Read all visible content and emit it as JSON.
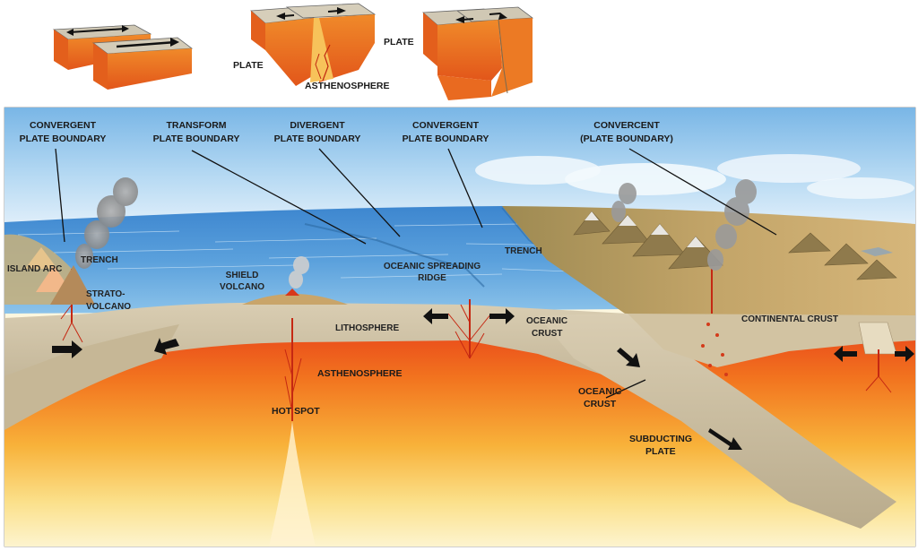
{
  "inset_diagrams": {
    "transform": {},
    "divergent": {
      "plate_left": "PLATE",
      "plate_right": "PLATE",
      "asthenosphere": "ASTHENOSPHERE"
    },
    "convergent": {}
  },
  "callouts": {
    "convergent_left": [
      "CONVERGENT",
      "PLATE BOUNDARY"
    ],
    "transform": [
      "TRANSFORM",
      "PLATE BOUNDARY"
    ],
    "divergent": [
      "DIVERGENT",
      "PLATE BOUNDARY"
    ],
    "convergent_mid": [
      "CONVERGENT",
      "PLATE BOUNDARY"
    ],
    "convergent_right": [
      "CONVERCENT",
      "(PLATE BOUNDARY)"
    ]
  },
  "features": {
    "island_arc": "ISLAND ARC",
    "trench_left": "TRENCH",
    "stratovolcano": [
      "STRATO-",
      "VOLCANO"
    ],
    "shield_volcano": [
      "SHIELD",
      "VOLCANO"
    ],
    "oceanic_spreading_ridge": [
      "OCEANIC SPREADING",
      "RIDGE"
    ],
    "trench_right": "TRENCH",
    "lithosphere": "LITHOSPHERE",
    "oceanic_crust_upper": [
      "OCEANIC",
      "CRUST"
    ],
    "continental_crust": "CONTINENTAL CRUST",
    "asthenosphere": "ASTHENOSPHERE",
    "hot_spot": "HOT SPOT",
    "oceanic_crust_lower": [
      "OCEANIC",
      "CRUST"
    ],
    "subducting_plate": [
      "SUBDUCTING",
      "PLATE"
    ]
  },
  "colors": {
    "ocean": "#4f95d6",
    "sky": "#8ec3ea",
    "land": "#b89a5c",
    "crust": "#cbbd9f",
    "mantle_hot": "#f06a1c",
    "mantle_warm": "#f7b13a",
    "mantle_pale": "#fbe79a",
    "magma": "#d42a16"
  }
}
